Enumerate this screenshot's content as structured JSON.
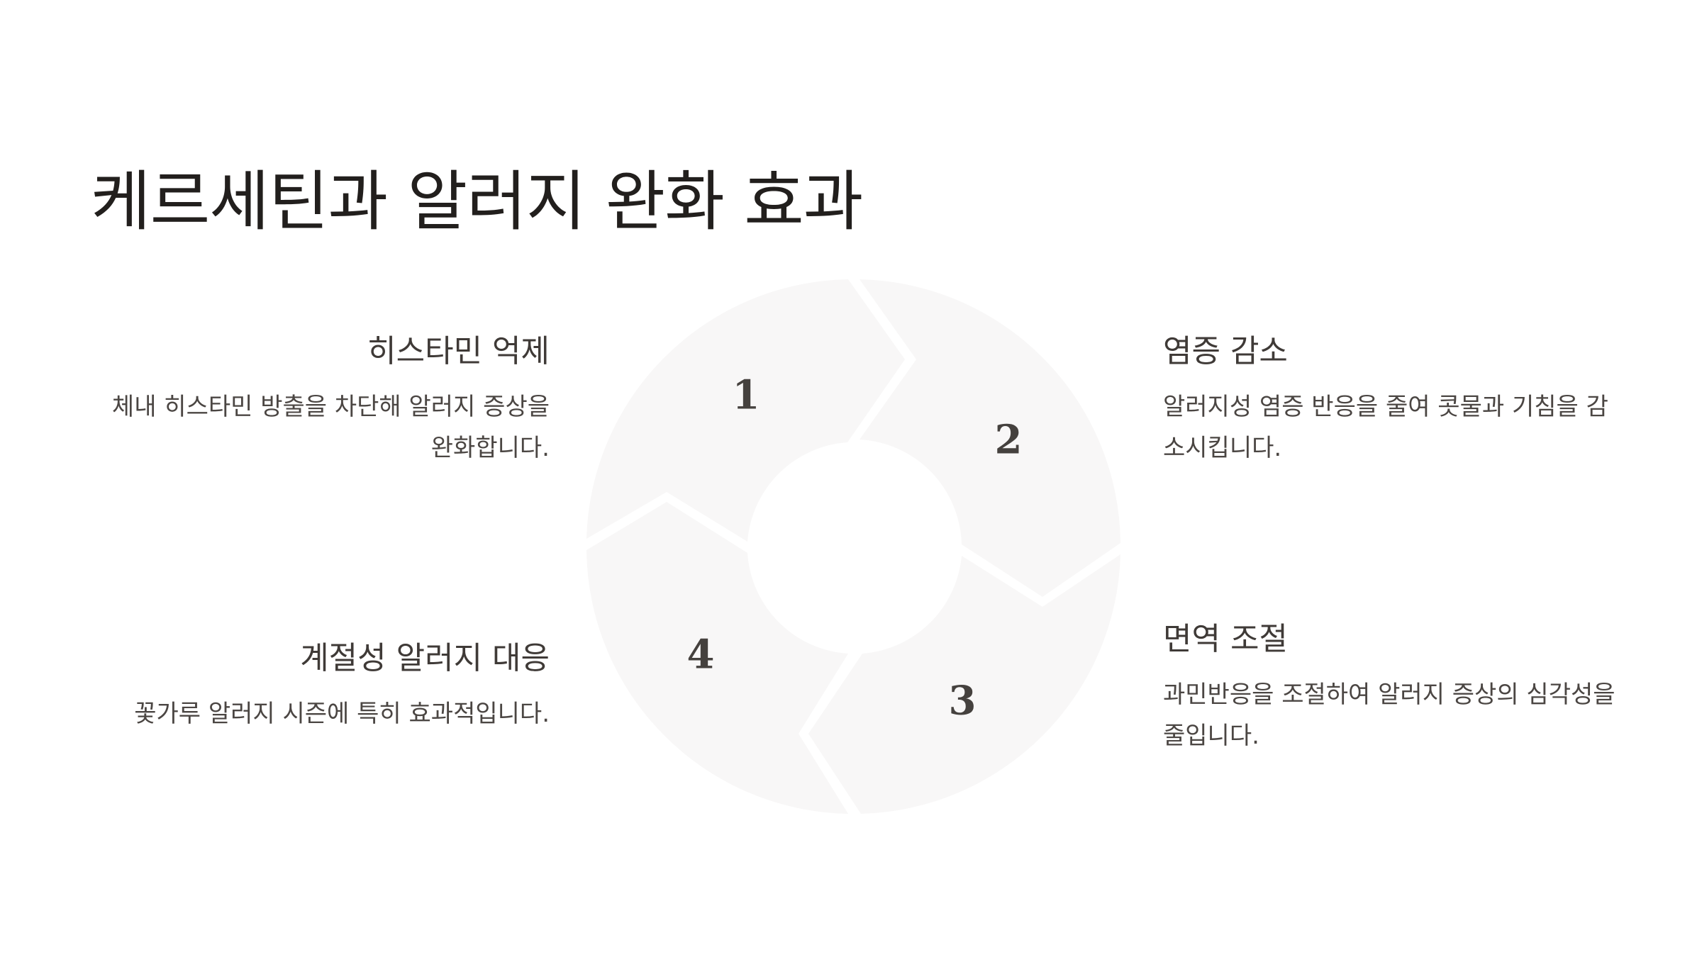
{
  "title": "케르세틴과 알러지 완화 효과",
  "steps": [
    {
      "number": "1",
      "heading": "히스타민 억제",
      "text": "체내 히스타민 방출을 차단해 알러지 증상을 완화합니다."
    },
    {
      "number": "2",
      "heading": "염증 감소",
      "text": "알러지성 염증 반응을 줄여 콧물과 기침을 감소시킵니다."
    },
    {
      "number": "3",
      "heading": "면역 조절",
      "text": "과민반응을 조절하여 알러지 증상의 심각성을 줄입니다."
    },
    {
      "number": "4",
      "heading": "계절성 알러지 대응",
      "text": "꽃가루 알러지 시즌에 특히 효과적입니다."
    }
  ],
  "colors": {
    "segment": "#f8f7f7",
    "number": "#45413e",
    "title": "#221f1d",
    "text": "#4b4643"
  }
}
